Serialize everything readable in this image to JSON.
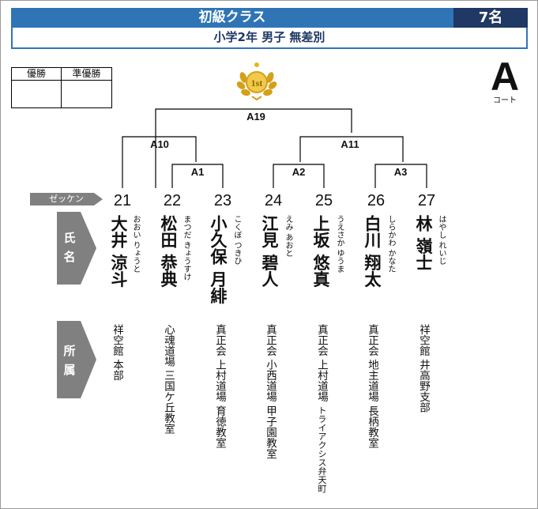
{
  "header": {
    "title": "初級クラス",
    "count": "7名",
    "subtitle": "小学2年  男子  無差別"
  },
  "winners": {
    "champion_label": "優勝",
    "runnerup_label": "準優勝"
  },
  "court": {
    "letter": "A",
    "label": "コート"
  },
  "trophy": {
    "text": "1st",
    "icon": "laurel-trophy-icon"
  },
  "matches": {
    "final": "A19",
    "semi_left": "A10",
    "semi_right": "A11",
    "m1": "A1",
    "m2": "A2",
    "m3": "A3"
  },
  "labels": {
    "zekken": "ゼッケン",
    "name_tag": [
      "氏",
      "名"
    ],
    "affiliation_tag": [
      "所",
      "属"
    ]
  },
  "players": [
    {
      "number": "21",
      "name": "大井 涼斗",
      "kana": "おおい りょうと",
      "affiliation": "祥空館 本部"
    },
    {
      "number": "22",
      "name": "松田 恭典",
      "kana": "まつだ きょうすけ",
      "affiliation": "心魂道場 三国ケ丘教室"
    },
    {
      "number": "23",
      "name": "小久保 月緋",
      "kana": "こくぼ つきひ",
      "affiliation": "真正会 上村道場 育徳教室"
    },
    {
      "number": "24",
      "name": "江見 碧人",
      "kana": "えみ あおと",
      "affiliation": "真正会 小西道場 甲子園教室"
    },
    {
      "number": "25",
      "name": "上坂 悠真",
      "kana": "うえさか ゆうま",
      "affiliation_main": "真正会 上村道場",
      "affiliation_sub": "トライアクシス弁天町"
    },
    {
      "number": "26",
      "name": "白川 翔太",
      "kana": "しらかわ かなた",
      "affiliation": "真正会 地主道場 長柄教室"
    },
    {
      "number": "27",
      "name": "林 嶺士",
      "kana": "はやし れいじ",
      "affiliation": "祥空館 井高野支部"
    }
  ],
  "colors": {
    "header_blue": "#2f75b5",
    "header_navy": "#1f3864",
    "tag_gray": "#808080",
    "gold": "#d4a017"
  }
}
